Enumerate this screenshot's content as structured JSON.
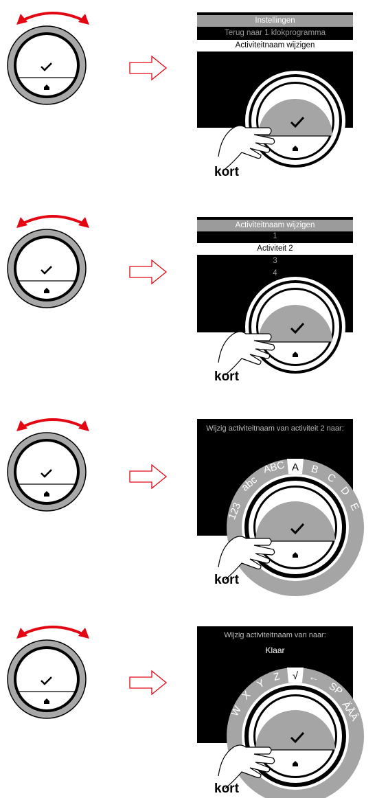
{
  "steps": [
    {
      "menu": {
        "header": "Instellingen",
        "items": [
          "Terug naar 1 klokprogramma",
          "Activiteitnaam wijzigen"
        ],
        "selected_index": 1
      },
      "press_label": "kort"
    },
    {
      "menu": {
        "header": "Activiteitnaam wijzigen",
        "items": [
          "1",
          "Activiteit 2",
          "3",
          "4"
        ],
        "selected_index": 1
      },
      "press_label": "kort"
    },
    {
      "prompt": "Wijzig activiteitnaam van activiteit 2 naar:",
      "wheel": [
        "123",
        "abc",
        "ABC",
        "A",
        "B",
        "C",
        "D",
        "E"
      ],
      "wheel_selected": "A",
      "press_label": "kort"
    },
    {
      "prompt": "Wijzig activiteitnaam van naar:",
      "value": "Klaar",
      "wheel": [
        "W",
        "X",
        "Y",
        "Z",
        "√",
        "←",
        "SP",
        "ÄÅÂ"
      ],
      "wheel_selected": "√",
      "press_label": "kort"
    }
  ],
  "icons": {
    "confirm": "check-icon",
    "home": "home-icon",
    "rotate": "rotate-arrow-icon",
    "next": "hollow-right-arrow-icon",
    "hand": "pointing-hand-icon"
  },
  "colors": {
    "rotate_arrow": "#e30613",
    "dial_ring": "#a8a8a8",
    "screen": "#000000",
    "wheel_band": "#a5a5a5",
    "arrow_outline": "#e30613"
  }
}
